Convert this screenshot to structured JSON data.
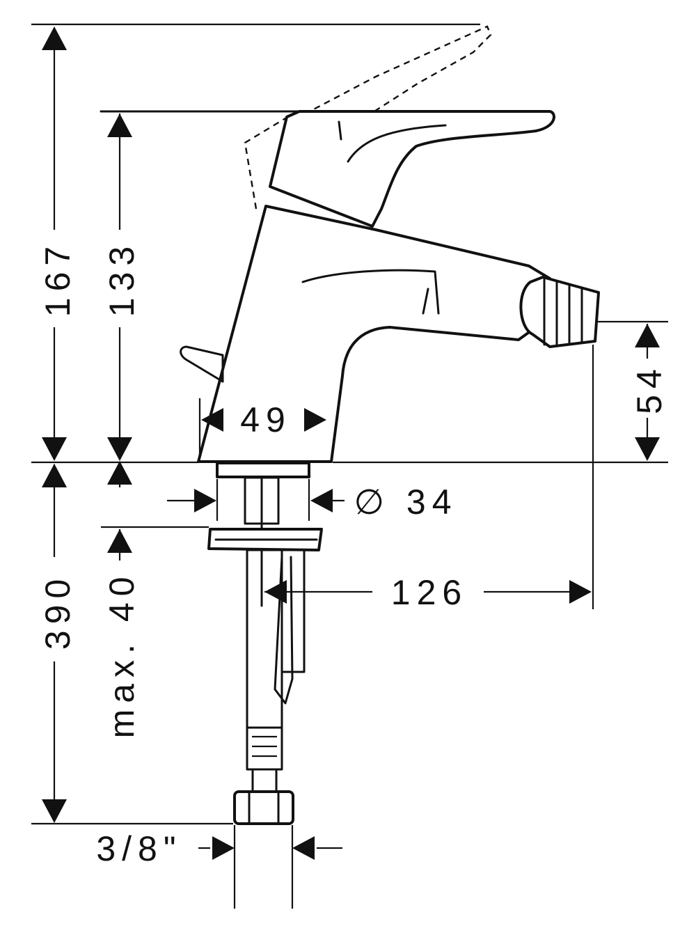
{
  "dimensions": {
    "total_height": "167",
    "lever_height": "133",
    "outlet_height": "54",
    "body_width": "49",
    "shank_diameter": "∅ 34",
    "projection": "126",
    "hose_length": "390",
    "max_thickness": "max. 40",
    "connection": "3/8\""
  }
}
